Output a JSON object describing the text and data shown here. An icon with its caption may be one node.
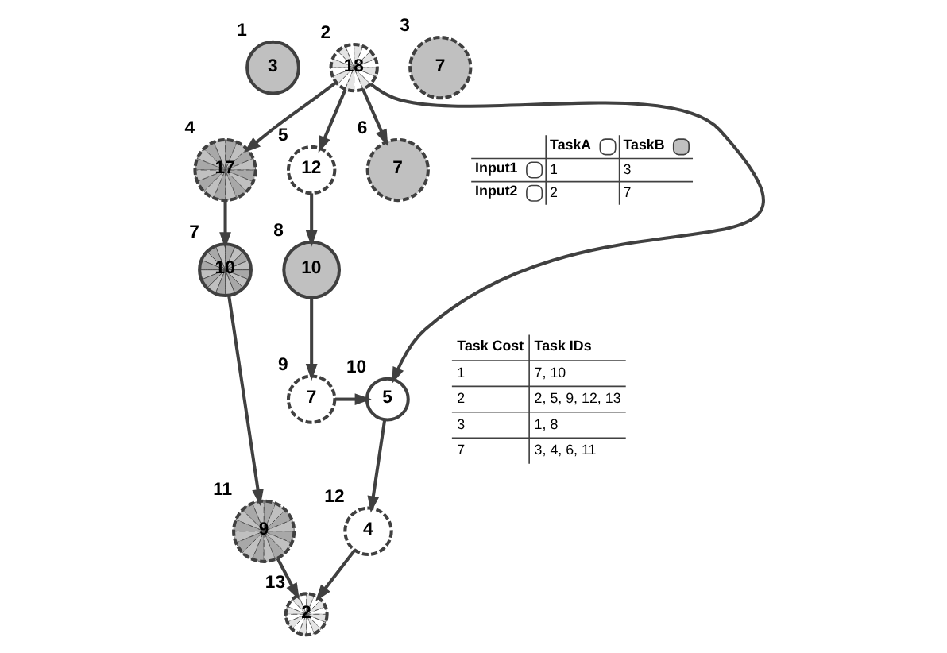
{
  "diagram": {
    "nodes": [
      {
        "text": [
          "3"
        ],
        "beside": [
          "1"
        ]
      },
      {
        "text": [
          "18"
        ],
        "beside": [
          "2"
        ]
      },
      {
        "text": [
          "7"
        ],
        "beside": [
          "3"
        ]
      },
      {
        "text": [
          "17"
        ],
        "beside": [
          "4"
        ]
      },
      {
        "text": [
          "12"
        ],
        "beside": [
          "5"
        ]
      },
      {
        "text": [
          "7"
        ],
        "beside": [
          "6"
        ]
      },
      {
        "text": [
          "10"
        ],
        "beside": [
          "8"
        ]
      },
      {
        "text": [
          "10"
        ],
        "beside": [
          "7"
        ]
      },
      {
        "text": [
          "7"
        ],
        "beside": [
          "9"
        ]
      },
      {
        "text": [
          "5"
        ],
        "beside": [
          "10"
        ]
      },
      {
        "text": [
          "9"
        ],
        "beside": [
          "11"
        ]
      },
      {
        "text": [
          "4"
        ],
        "beside": [
          "12"
        ]
      },
      {
        "text": [
          "2"
        ],
        "beside": [
          "13"
        ]
      }
    ],
    "edges": [
      {
        "from": 1,
        "to": 3,
        "arrow": "to"
      },
      {
        "from": 1,
        "to": 4,
        "arrow": "to"
      },
      {
        "from": 1,
        "to": 9,
        "arrow": "to"
      },
      {
        "from": 1,
        "to": 5,
        "arrow": "to"
      },
      {
        "from": 4,
        "to": 6,
        "arrow": "to"
      },
      {
        "from": 3,
        "to": 7,
        "arrow": "to"
      },
      {
        "from": 6,
        "to": 8,
        "arrow": "to"
      },
      {
        "from": 8,
        "to": 9,
        "arrow": "to"
      },
      {
        "from": 7,
        "to": 10,
        "arrow": "to"
      },
      {
        "from": 9,
        "to": 11,
        "arrow": "to"
      },
      {
        "from": 10,
        "to": 12,
        "arrow": "to"
      },
      {
        "from": 11,
        "to": 12,
        "arrow": "to"
      }
    ],
    "labels": [
      "TaskA",
      "TaskB",
      "Input1",
      "1",
      "3",
      "Input2",
      "2",
      "7",
      "Task Cost",
      "Task IDs",
      "1",
      "7, 10",
      "2",
      "2, 5, 9, 12, 13",
      "3",
      "1, 8",
      "7",
      "3, 4, 6, 11"
    ]
  }
}
